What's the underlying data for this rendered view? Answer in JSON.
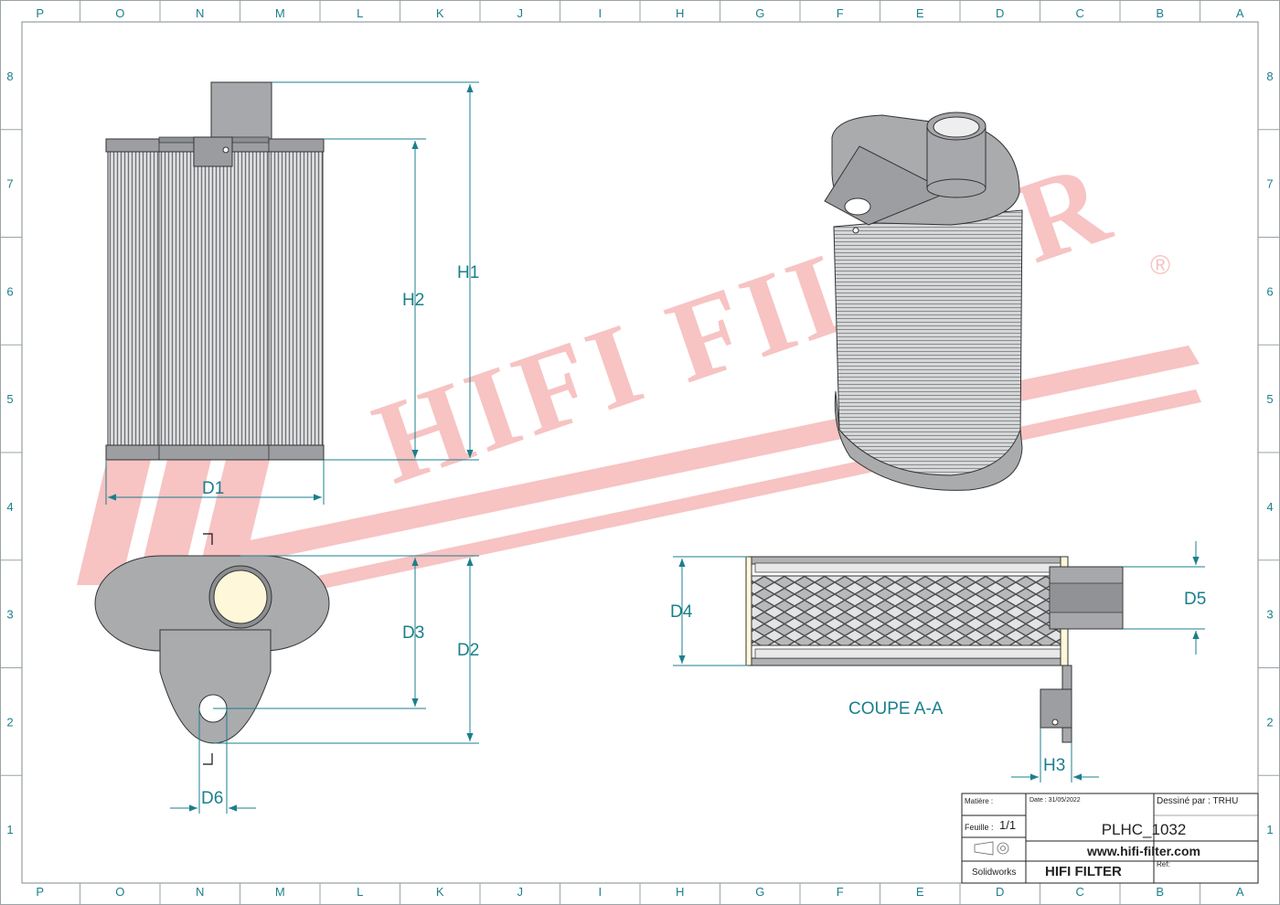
{
  "zones": {
    "columns": [
      "P",
      "O",
      "N",
      "M",
      "L",
      "K",
      "J",
      "I",
      "H",
      "G",
      "F",
      "E",
      "D",
      "C",
      "B",
      "A"
    ],
    "rows": [
      "8",
      "7",
      "6",
      "5",
      "4",
      "3",
      "2",
      "1"
    ]
  },
  "dimensions": {
    "h1": "H1",
    "h2": "H2",
    "d1": "D1",
    "d2": "D2",
    "d3": "D3",
    "d4": "D4",
    "d5": "D5",
    "d6": "D6",
    "h3": "H3"
  },
  "section_label": "COUPE A-A",
  "watermark": {
    "text": "HIFI FILTER",
    "registered": "®",
    "color": "#f6b9b9"
  },
  "title_block": {
    "matiere_label": "Matière :",
    "date_label": "Date : 31/05/2022",
    "dessine_label": "Dessiné par : TRHU",
    "feuille_label": "Feuille :",
    "feuille_value": "1/1",
    "part_number": "PLHC_1032",
    "website": "www.hifi-filter.com",
    "software": "Solidworks",
    "brand": "HIFI FILTER",
    "ref_label": "Ref:"
  },
  "colors": {
    "accent": "#1b7f8c",
    "brand_red": "#e0151b",
    "part_gray": "#a9abad"
  }
}
